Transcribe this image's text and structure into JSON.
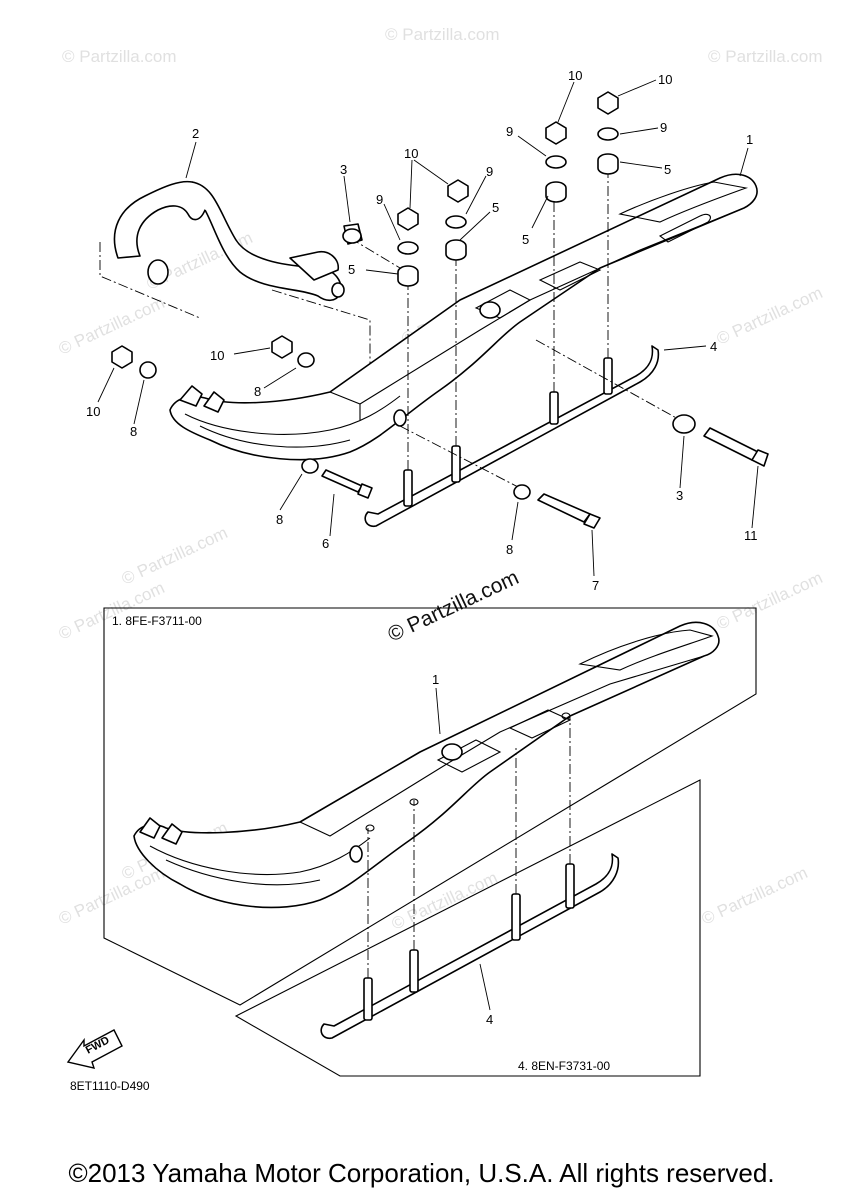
{
  "watermarks": [
    "© Partzilla.com",
    "© Partzilla.com",
    "© Partzilla.com",
    "© Partzilla.com",
    "© Partzilla.com",
    "© Partzilla.com",
    "© Partzilla.com",
    "© Partzilla.com",
    "© Partzilla.com",
    "© Partzilla.com",
    "© Partzilla.com",
    "© Partzilla.com",
    "© Partzilla.com",
    "© Partzilla.com"
  ],
  "center_watermark": "© Partzilla.com",
  "callouts": {
    "c1": "1",
    "c2": "2",
    "c3a": "3",
    "c3b": "3",
    "c4": "4",
    "c5a": "5",
    "c5b": "5",
    "c5c": "5",
    "c5d": "5",
    "c6": "6",
    "c7": "7",
    "c8a": "8",
    "c8b": "8",
    "c8c": "8",
    "c8d": "8",
    "c9a": "9",
    "c9b": "9",
    "c9c": "9",
    "c9d": "9",
    "c10a": "10",
    "c10b": "10",
    "c10c": "10",
    "c10d": "10",
    "c10e": "10",
    "c11": "11",
    "inset_c1": "1",
    "inset_c4": "4"
  },
  "inset_frames": {
    "ski_caption": "1. 8FE-F3711-00",
    "runner_caption": "4. 8EN-F3731-00"
  },
  "fwd_label": "FWD",
  "diagram_code": "8ET1110-D490",
  "copyright": "©2013 Yamaha Motor Corporation, U.S.A. All rights reserved."
}
